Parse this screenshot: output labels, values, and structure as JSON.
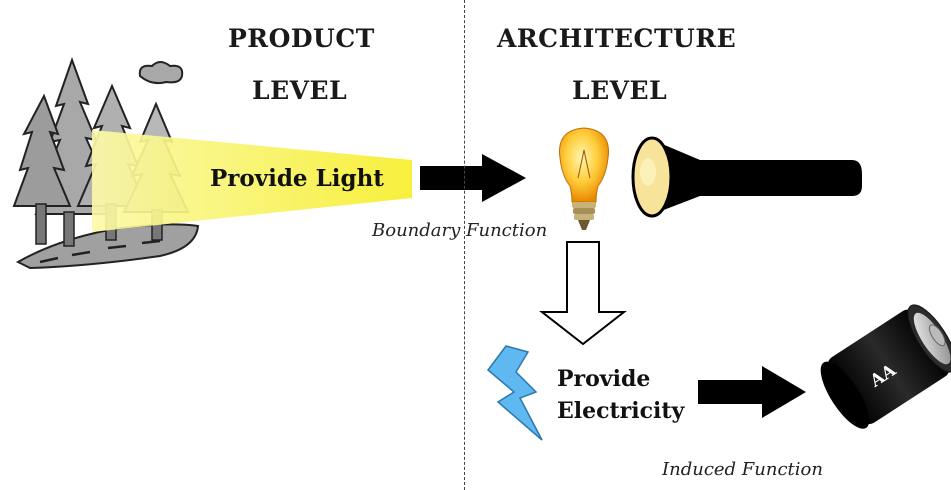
{
  "headers": {
    "product_line1": "PRODUCT",
    "product_line2": "LEVEL",
    "architecture_line1": "ARCHITECTURE",
    "architecture_line2": "LEVEL"
  },
  "labels": {
    "provide_light": "Provide Light",
    "boundary_function": "Boundary Function",
    "provide_electricity_line1": "Provide",
    "provide_electricity_line2": "Electricity",
    "induced_function": "Induced Function",
    "battery_text": "AA"
  },
  "icons": {
    "forest": "forest-illustration",
    "light_beam": "light-beam",
    "bulb": "light-bulb-icon",
    "flashlight": "flashlight-icon",
    "lightning": "lightning-bolt-icon",
    "battery": "battery-icon"
  },
  "colors": {
    "beam": "#f7f25a",
    "bolt": "#5fb8f0",
    "arrow": "#000000",
    "tree": "#a8a8a8"
  }
}
